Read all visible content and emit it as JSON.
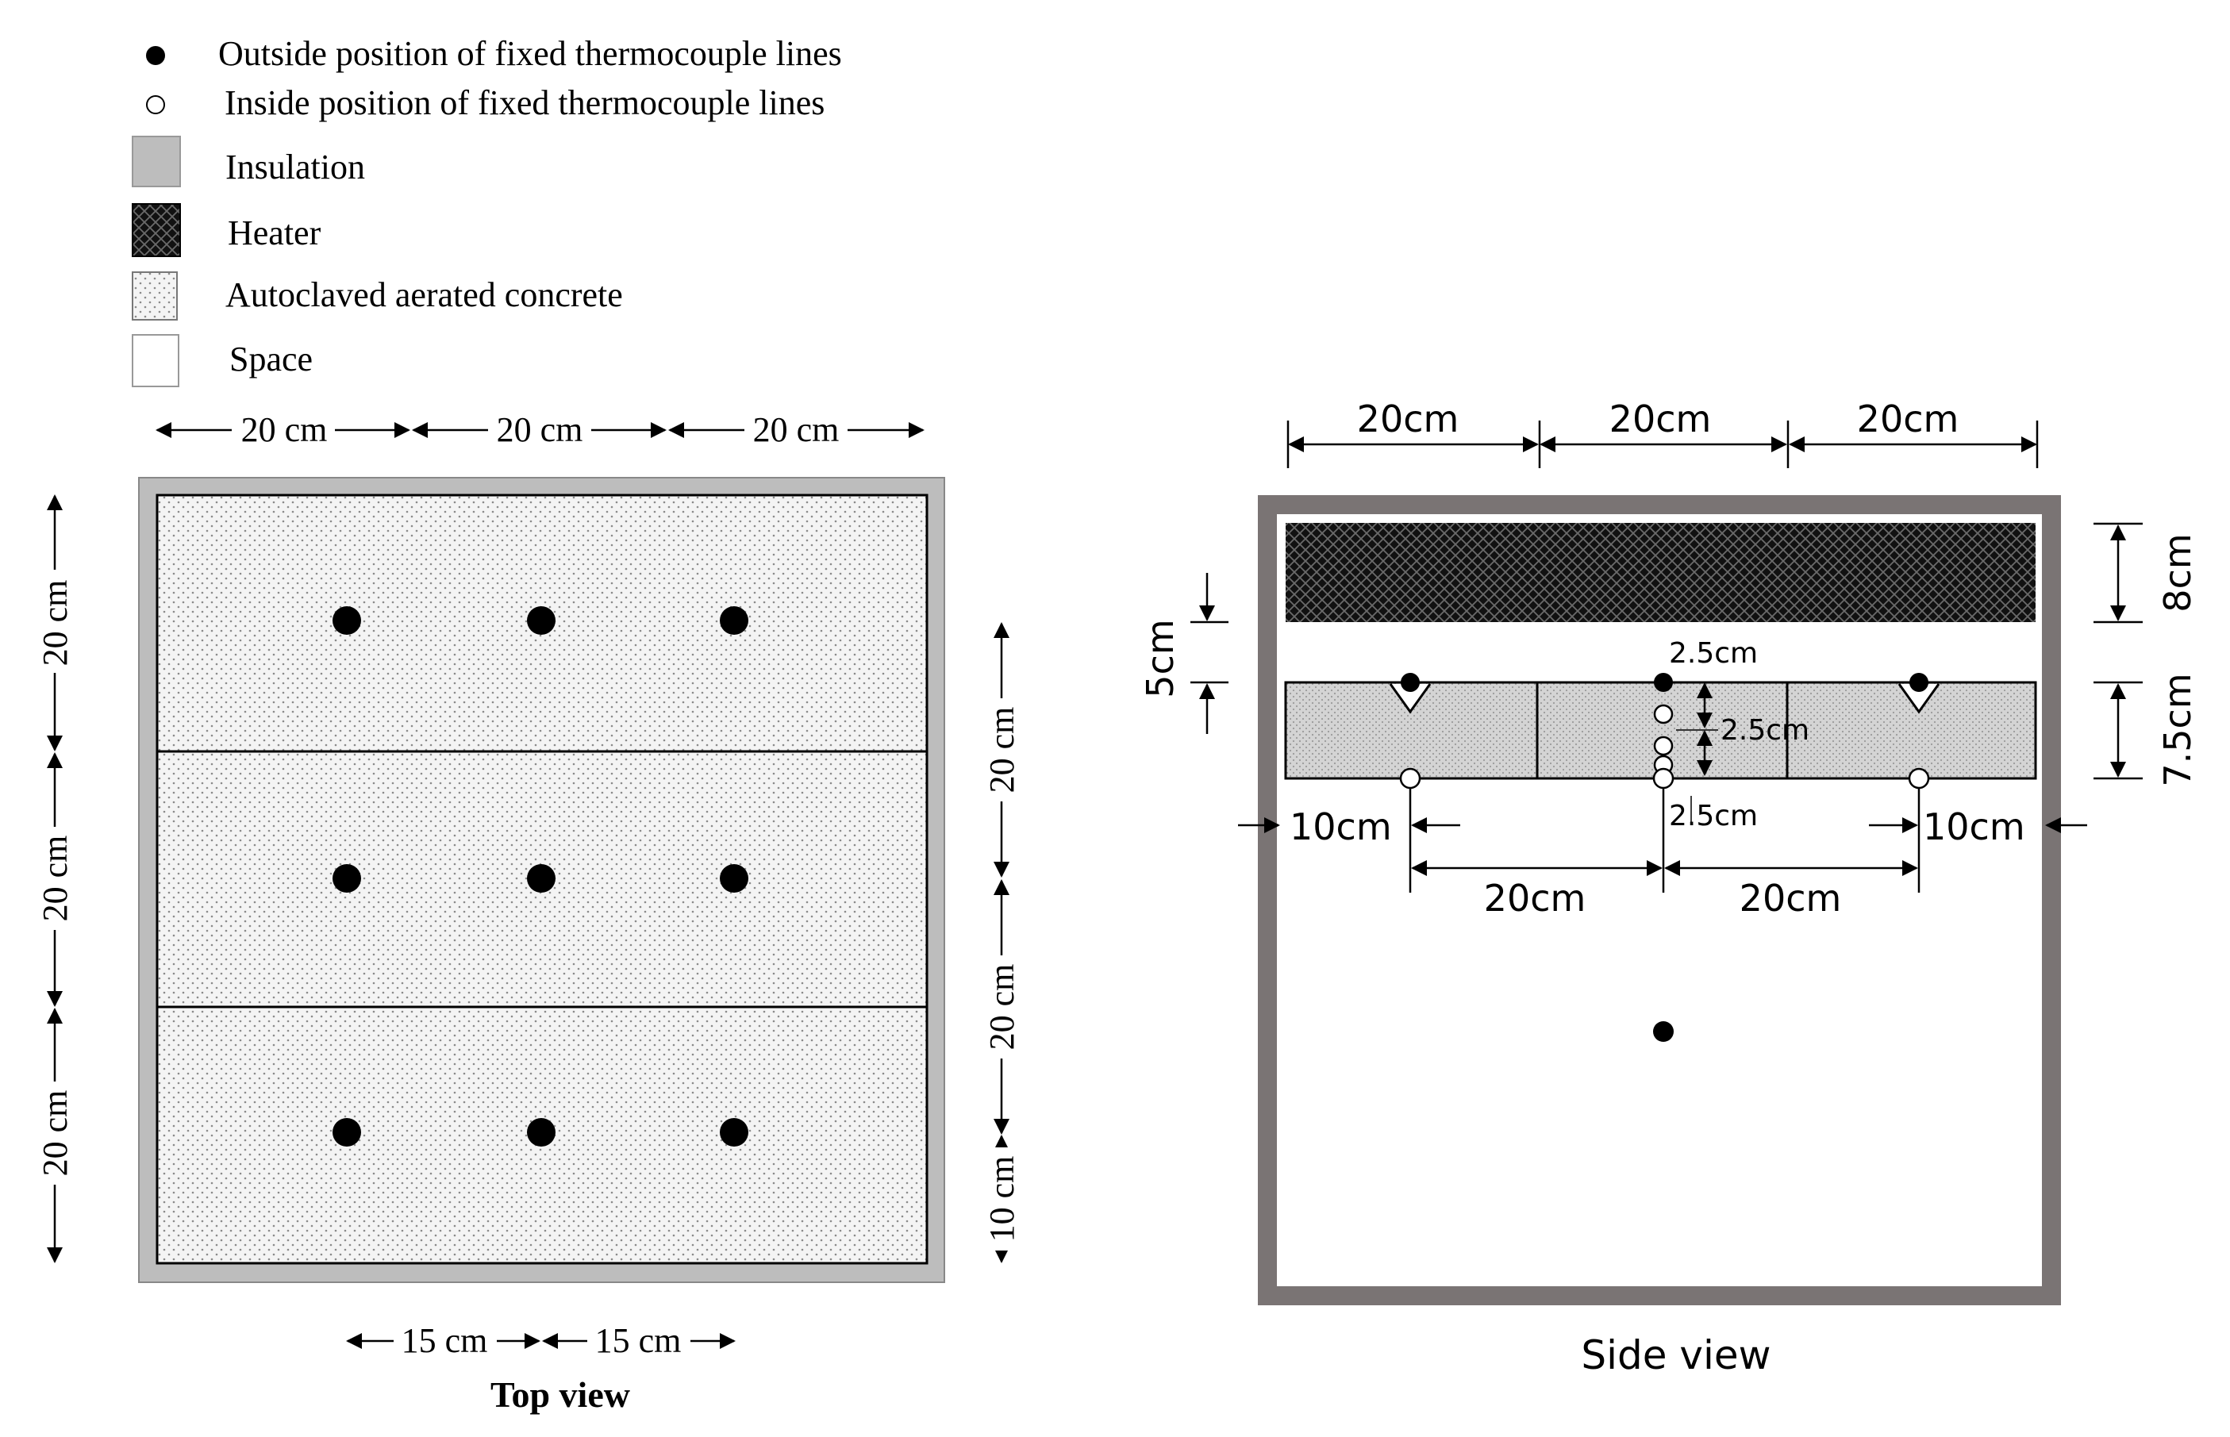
{
  "legend": [
    {
      "key": "outside-tc",
      "label": "Outside position of fixed thermocouple lines"
    },
    {
      "key": "inside-tc",
      "label": "Inside position of fixed thermocouple lines"
    },
    {
      "key": "insulation",
      "label": "Insulation"
    },
    {
      "key": "heater",
      "label": "Heater"
    },
    {
      "key": "aac",
      "label": "Autoclaved aerated concrete"
    },
    {
      "key": "space",
      "label": "Space"
    }
  ],
  "top_view": {
    "caption": "Top view",
    "dim_top": [
      "20 cm",
      "20 cm",
      "20 cm"
    ],
    "dim_left": [
      "20 cm",
      "20 cm",
      "20 cm"
    ],
    "dim_right": [
      "20 cm",
      "20 cm",
      "10 cm"
    ],
    "dim_bottom": [
      "15 cm",
      "15 cm"
    ]
  },
  "side_view": {
    "caption": "Side view",
    "dim_top": [
      "20cm",
      "20cm",
      "20cm"
    ],
    "dim_heater": "8cm",
    "dim_gap": "5cm",
    "dim_slab": "7.5cm",
    "dim_probe_top": "2.5cm",
    "dim_probe_mid": "2.5cm",
    "dim_probe_bottom": "2.5cm",
    "dim_edge_left": "10cm",
    "dim_edge_right": "10cm",
    "dim_inner": [
      "20cm",
      "20cm"
    ]
  },
  "colors": {
    "insulation": "#bdbdbd",
    "heater": "#1a1a1a",
    "aac_fill": "#f4f4f4",
    "aac_dot": "#8a8a8a",
    "side_frame": "#7a7474",
    "ink": "#000000"
  }
}
